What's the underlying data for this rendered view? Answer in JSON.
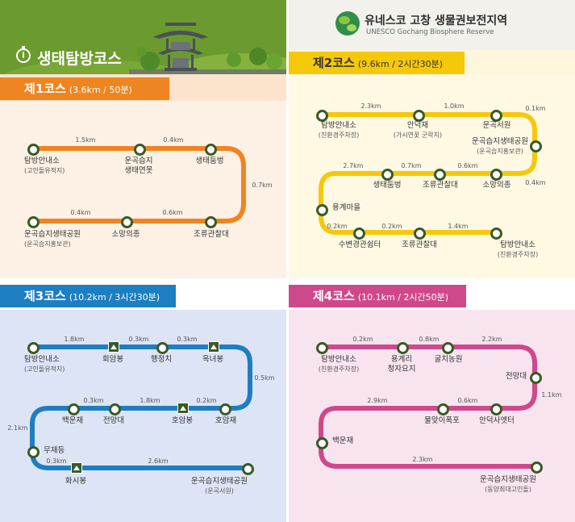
{
  "header": {
    "title": "생태탐방코스",
    "org_name": "유네스코 고창 생물권보전지역",
    "org_subtitle": "UNESCO Gochang Biosphere Reserve"
  },
  "colors": {
    "course1": "#ef8520",
    "course2": "#f5c80a",
    "course3": "#1d7ec2",
    "course4": "#d0488c",
    "station_border": "#3a5a25"
  },
  "courses": [
    {
      "name": "제1코스",
      "detail": "(3.6km / 50분)",
      "stations": [
        {
          "name": "탐방안내소",
          "sub": "(고인돌유적지)"
        },
        {
          "name": "운곡습지",
          "sub": "생태연못"
        },
        {
          "name": "생태둠벙",
          "sub": ""
        },
        {
          "name": "조류관찰대",
          "sub": ""
        },
        {
          "name": "소망의종",
          "sub": ""
        },
        {
          "name": "운곡습지생태공원",
          "sub": "(운곡습지홍보관)"
        }
      ],
      "distances": [
        "1.5km",
        "0.4km",
        "0.7km",
        "0.6km",
        "0.4km"
      ]
    },
    {
      "name": "제2코스",
      "detail": "(9.6km / 2시간30분)",
      "stations": [
        {
          "name": "탐방안내소",
          "sub": "(친환경주차장)"
        },
        {
          "name": "안덕재",
          "sub": "(가시연꽃 군락지)"
        },
        {
          "name": "운곡서원",
          "sub": ""
        },
        {
          "name": "운곡습지생태공원",
          "sub": "(운곡습지홍보관)"
        },
        {
          "name": "소망의종",
          "sub": ""
        },
        {
          "name": "조류관찰대",
          "sub": ""
        },
        {
          "name": "생태둠벙",
          "sub": ""
        },
        {
          "name": "용계마을",
          "sub": ""
        },
        {
          "name": "수변경관쉼터",
          "sub": ""
        },
        {
          "name": "조류관찰대",
          "sub": ""
        },
        {
          "name": "탐방안내소",
          "sub": "(친환경주차장)"
        }
      ],
      "distances": [
        "2.3km",
        "1.0km",
        "0.1km",
        "0.4km",
        "0.6km",
        "0.7km",
        "2.7km",
        "0.2km",
        "0.2km",
        "1.4km"
      ]
    },
    {
      "name": "제3코스",
      "detail": "(10.2km / 3시간30분)",
      "stations": [
        {
          "name": "탐방안내소",
          "sub": "(고인돌유적지)"
        },
        {
          "name": "회암봉",
          "sub": ""
        },
        {
          "name": "행정치",
          "sub": ""
        },
        {
          "name": "옥녀봉",
          "sub": ""
        },
        {
          "name": "호암재",
          "sub": ""
        },
        {
          "name": "호암봉",
          "sub": ""
        },
        {
          "name": "전망대",
          "sub": ""
        },
        {
          "name": "백운재",
          "sub": ""
        },
        {
          "name": "무재등",
          "sub": ""
        },
        {
          "name": "화시봉",
          "sub": ""
        },
        {
          "name": "운곡습지생태공원",
          "sub": "(운곡서원)"
        }
      ],
      "distances": [
        "1.8km",
        "0.3km",
        "0.3km",
        "0.5km",
        "0.2km",
        "1.8km",
        "0.3km",
        "2.1km",
        "0.3km",
        "2.6km"
      ]
    },
    {
      "name": "제4코스",
      "detail": "(10.1km / 2시간50분)",
      "stations": [
        {
          "name": "탐방안내소",
          "sub": "(친환경주차장)"
        },
        {
          "name": "용계리",
          "sub": "청자요지"
        },
        {
          "name": "굴치농원",
          "sub": ""
        },
        {
          "name": "전망대",
          "sub": ""
        },
        {
          "name": "안덕사엣터",
          "sub": ""
        },
        {
          "name": "물맞이폭포",
          "sub": ""
        },
        {
          "name": "백운재",
          "sub": ""
        },
        {
          "name": "운곡습지생태공원",
          "sub": "(동양최대고인돌)"
        }
      ],
      "distances": [
        "0.2km",
        "0.8km",
        "2.2km",
        "1.1km",
        "0.6km",
        "2.9km",
        "2.3km"
      ]
    }
  ]
}
